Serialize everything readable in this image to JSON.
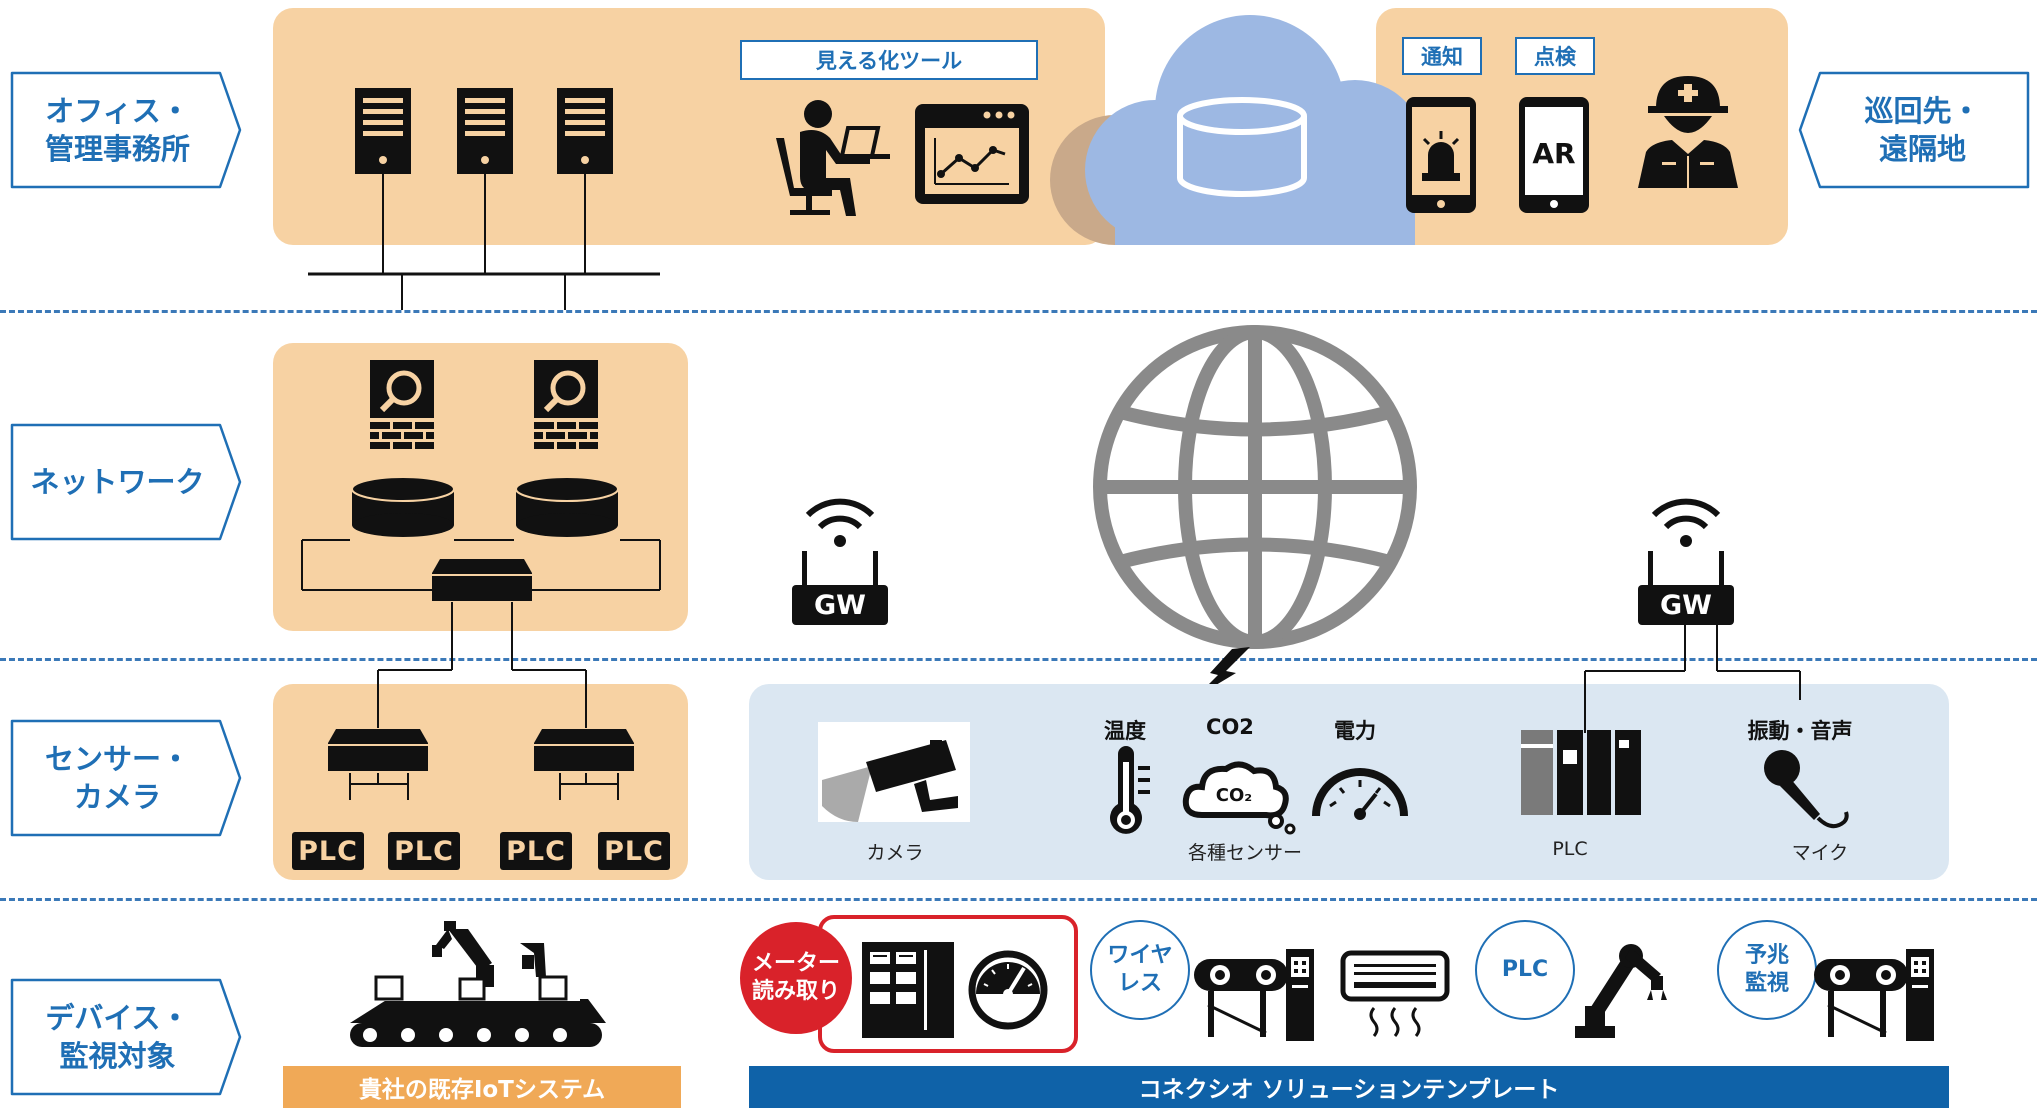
{
  "rows": {
    "office": "オフィス・\n管理事務所",
    "network": "ネットワーク",
    "sensor": "センサー・\nカメラ",
    "device": "デバイス・\n監視対象",
    "remote": "巡回先・\n遠隔地"
  },
  "tags": {
    "visualization": "見える化ツール",
    "notification": "通知",
    "inspection": "点検"
  },
  "phone_ar_text": "AR",
  "plc_labels": [
    "PLC",
    "PLC",
    "PLC",
    "PLC"
  ],
  "gw_labels": [
    "GW",
    "GW"
  ],
  "sensors": {
    "temperature": "温度",
    "co2": "CO2",
    "co2_icon_text": "CO₂",
    "power": "電力",
    "vibration_sound": "振動・音声",
    "camera": "カメラ",
    "various_sensors": "各種センサー",
    "plc": "PLC",
    "mic": "マイク"
  },
  "device_tags": {
    "meter_reading": "メーター\n読み取り",
    "wireless": "ワイヤ\nレス",
    "plc": "PLC",
    "predictive": "予兆\n監視"
  },
  "bars": {
    "existing_iot": "貴社の既存IoTシステム",
    "conexio": "コネクシオ ソリューションテンプレート"
  },
  "colors": {
    "peach": "#f7d2a3",
    "light_blue": "#dbe7f2",
    "cloud": "#9db8e3",
    "accent_blue": "#1f6fb5",
    "bar_orange": "#f0a957",
    "bar_blue": "#0f62a8",
    "meter_red": "#d9222a"
  },
  "icons": [
    "server-icon",
    "person-at-computer-icon",
    "dashboard-chart-icon",
    "cloud-icon",
    "database-icon",
    "alarm-phone-icon",
    "ar-phone-icon",
    "worker-icon",
    "firewall-search-icon",
    "storage-disk-icon",
    "network-switch-icon",
    "wifi-router-icon",
    "globe-icon",
    "lightning-icon",
    "security-camera-icon",
    "thermometer-icon",
    "co2-cloud-icon",
    "power-gauge-icon",
    "plc-rack-icon",
    "microphone-icon",
    "robot-arm-conveyor-icon",
    "control-panel-icon",
    "meter-gauge-icon",
    "conveyor-machine-icon",
    "air-conditioner-icon",
    "robot-arm-icon"
  ]
}
